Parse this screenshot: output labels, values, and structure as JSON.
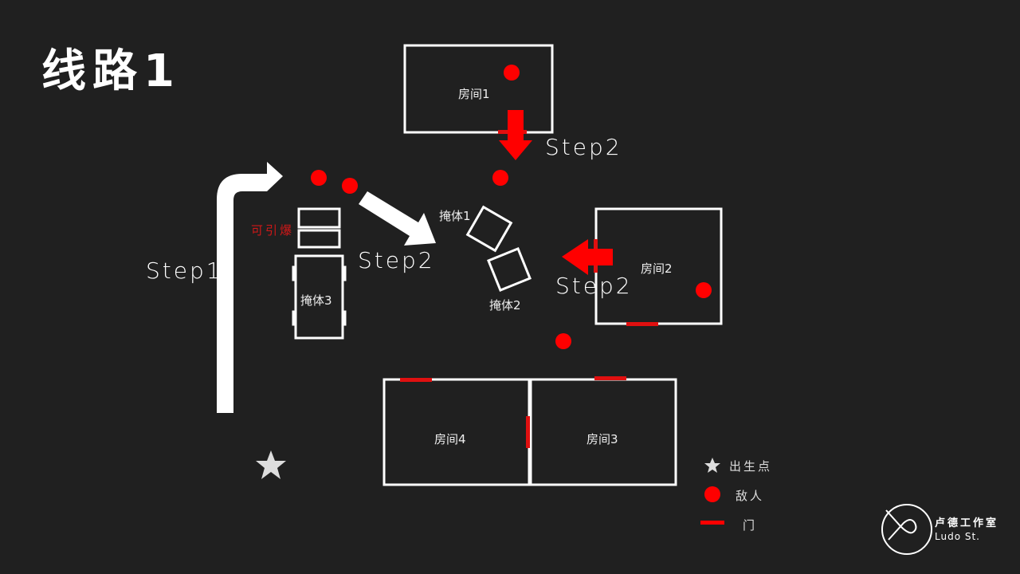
{
  "title": "线路1",
  "rooms": [
    {
      "label": "房间1"
    },
    {
      "label": "房间2"
    },
    {
      "label": "房间3"
    },
    {
      "label": "房间4"
    }
  ],
  "covers": [
    {
      "label": "掩体1"
    },
    {
      "label": "掩体2"
    },
    {
      "label": "掩体3"
    }
  ],
  "explosive_label": "可引爆",
  "steps": {
    "step1": "Step1",
    "step2_diag": "Step2",
    "step2_down": "Step2",
    "step2_left": "Step2"
  },
  "legend": [
    {
      "icon": "star-icon",
      "label": "出生点"
    },
    {
      "icon": "enemy-dot-icon",
      "label": "敌人"
    },
    {
      "icon": "door-line-icon",
      "label": "门"
    }
  ],
  "logo": {
    "name_cn": "卢德工作室",
    "name_en": "Ludo St."
  },
  "colors": {
    "background": "#202020",
    "enemy": "#ff0000",
    "door": "#e01010",
    "wall": "#ffffff"
  }
}
